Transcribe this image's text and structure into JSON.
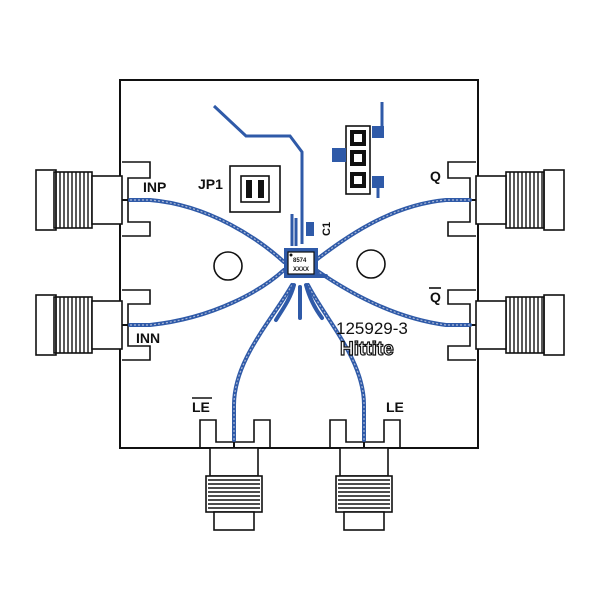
{
  "board": {
    "part_number": "125929-3",
    "brand": "Hittite",
    "chip_top": "8574",
    "chip_bottom": "XXXX"
  },
  "labels": {
    "inp": "INP",
    "inn": "INN",
    "q": "Q",
    "qbar": "Q",
    "lebar": "LE",
    "le": "LE",
    "jp1": "JP1",
    "c1": "C1"
  },
  "colors": {
    "trace": "#2f5aa8",
    "silkscreen": "#111111",
    "board": "#ffffff"
  }
}
